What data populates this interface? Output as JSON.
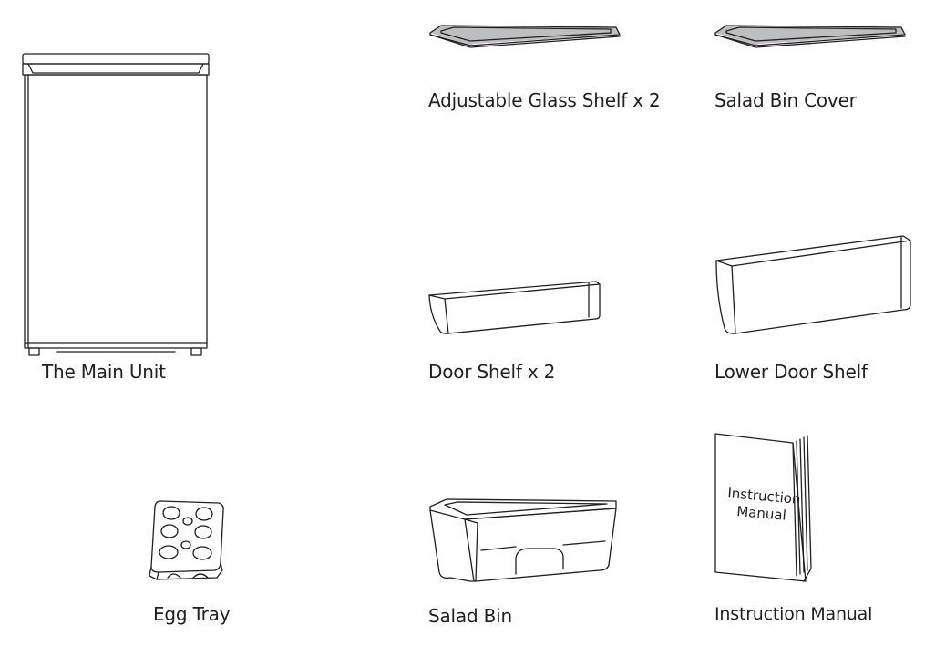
{
  "items": [
    {
      "id": "main-unit",
      "label": "The Main Unit"
    },
    {
      "id": "glass-shelf",
      "label": "Adjustable Glass Shelf x 2"
    },
    {
      "id": "salad-bin-cover",
      "label": "Salad Bin Cover"
    },
    {
      "id": "door-shelf",
      "label": "Door Shelf x 2"
    },
    {
      "id": "lower-door-shelf",
      "label": "Lower Door Shelf"
    },
    {
      "id": "egg-tray",
      "label": "Egg Tray"
    },
    {
      "id": "salad-bin",
      "label": "Salad Bin"
    },
    {
      "id": "instruction-manual",
      "label": "Instruction Manual"
    }
  ],
  "manual_cover": {
    "line1": "Instruction",
    "line2": "Manual"
  },
  "colors": {
    "line": "#231f20",
    "glass": "#bdbec0",
    "plastic_light": "#f4f4f4",
    "plastic_dark": "#c8c9cb"
  }
}
